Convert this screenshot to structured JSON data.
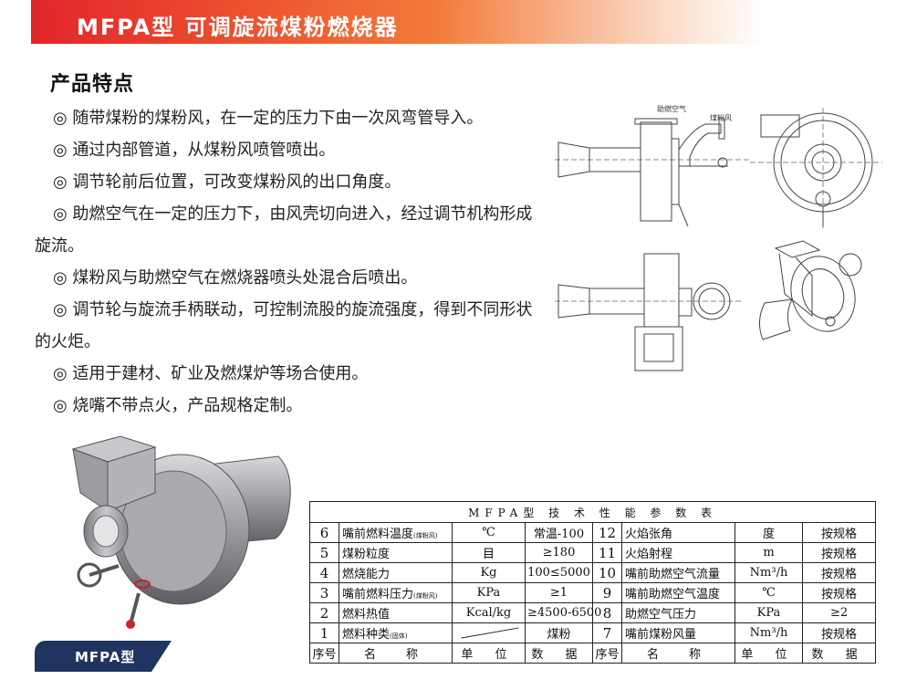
{
  "header": {
    "title": "MFPA型  可调旋流煤粉燃烧器"
  },
  "features": {
    "title": "产品特点",
    "items": [
      "◎ 随带煤粉的煤粉风，在一定的压力下由一次风弯管导入。",
      "◎ 通过内部管道，从煤粉风喷管喷出。",
      "◎ 调节轮前后位置，可改变煤粉风的出口角度。",
      "◎ 助燃空气在一定的压力下，由风壳切向进入，经过调节机构形成旋流。",
      "◎ 煤粉风与助燃空气在燃烧器喷头处混合后喷出。",
      "◎ 调节轮与旋流手柄联动，可控制流股的旋流强度，得到不同形状的火炬。",
      "◎ 适用于建材、矿业及燃煤炉等场合使用。",
      "◎ 烧嘴不带点火，产品规格定制。"
    ]
  },
  "drawing": {
    "label_air": "助燃空气",
    "label_coal": "煤粉风"
  },
  "model_tag": "MFPA型",
  "spec_table": {
    "caption": "MFPA型 技 术 性 能 参 数 表",
    "rows": [
      {
        "no1": "6",
        "name1": "嘴前燃料温度",
        "note1": "(煤粉风)",
        "unit1": "℃",
        "data1": "常温-100",
        "no2": "12",
        "name2": "火焰张角",
        "note2": "",
        "unit2": "度",
        "data2": "按规格"
      },
      {
        "no1": "5",
        "name1": "煤粉粒度",
        "note1": "",
        "unit1": "目",
        "data1": "≥180",
        "no2": "11",
        "name2": "火焰射程",
        "note2": "",
        "unit2": "m",
        "data2": "按规格"
      },
      {
        "no1": "4",
        "name1": "燃烧能力",
        "note1": "",
        "unit1": "Kg",
        "data1": "100≤5000",
        "no2": "10",
        "name2": "嘴前助燃空气流量",
        "note2": "",
        "unit2": "Nm³/h",
        "data2": "按规格"
      },
      {
        "no1": "3",
        "name1": "嘴前燃料压力",
        "note1": "(煤粉风)",
        "unit1": "KPa",
        "data1": "≥1",
        "no2": "9",
        "name2": "嘴前助燃空气温度",
        "note2": "",
        "unit2": "℃",
        "data2": "按规格"
      },
      {
        "no1": "2",
        "name1": "燃料热值",
        "note1": "",
        "unit1": "Kcal/kg",
        "data1": "≥4500-6500",
        "no2": "8",
        "name2": "助燃空气压力",
        "note2": "",
        "unit2": "KPa",
        "data2": "≥2"
      },
      {
        "no1": "1",
        "name1": "燃料种类",
        "note1": "(固体)",
        "unit1": "",
        "data1": "煤粉",
        "no2": "7",
        "name2": "嘴前煤粉风量",
        "note2": "",
        "unit2": "Nm³/h",
        "data2": "按规格"
      }
    ],
    "header": {
      "no": "序号",
      "name": "名　称",
      "unit": "单 位",
      "data": "数 据"
    }
  },
  "colors": {
    "accent": "#e0262b",
    "navy": "#1f3560"
  }
}
